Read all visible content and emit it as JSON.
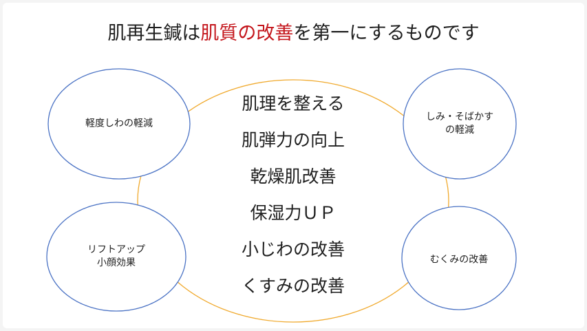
{
  "title": {
    "prefix": "肌再生鍼は",
    "highlight": "肌質の改善",
    "suffix": "を第一にするものです"
  },
  "center_items": [
    "肌理を整える",
    "肌弾力の向上",
    "乾燥肌改善",
    "保湿力ＵＰ",
    "小じわの改善",
    "くすみの改善"
  ],
  "bubbles": {
    "top_left": {
      "lines": [
        "軽度しわの軽減"
      ]
    },
    "top_right": {
      "lines": [
        "しみ・そばかす",
        "の軽減"
      ]
    },
    "bottom_left": {
      "lines": [
        "リフトアップ",
        "小顔効果"
      ]
    },
    "bottom_right": {
      "lines": [
        "むくみの改善"
      ]
    }
  },
  "colors": {
    "title_highlight": "#c4161c",
    "big_ellipse_stroke": "#f0a92c",
    "bubble_stroke": "#4a72c4",
    "text": "#1e1e1e"
  }
}
